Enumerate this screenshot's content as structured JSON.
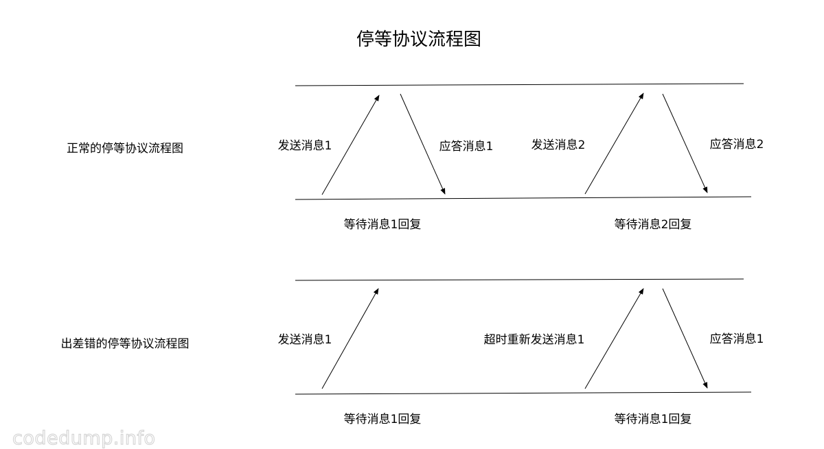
{
  "title": "停等协议流程图",
  "normal": {
    "row_label": "正常的停等协议流程图",
    "send1": "发送消息1",
    "ack1": "应答消息1",
    "send2": "发送消息2",
    "ack2": "应答消息2",
    "wait1": "等待消息1回复",
    "wait2": "等待消息2回复"
  },
  "error": {
    "row_label": "出差错的停等协议流程图",
    "send1": "发送消息1",
    "resend1": "超时重新发送消息1",
    "ack1": "应答消息1",
    "wait1": "等待消息1回复",
    "wait1b": "等待消息1回复"
  },
  "watermark": "codedump.info",
  "colors": {
    "line": "#000000",
    "text": "#000000",
    "watermark": "#d6d6d6"
  }
}
